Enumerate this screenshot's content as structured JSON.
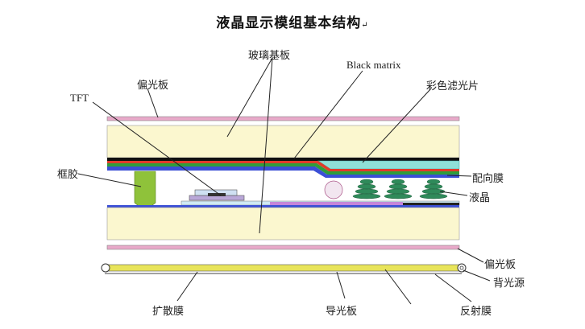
{
  "title": "液晶显示模组基本结构",
  "title_mark": "↵",
  "labels": {
    "glass_substrate": "玻璃基板",
    "black_matrix": "Black matrix",
    "polarizer_top": "偏光板",
    "tft": "TFT",
    "color_filter": "彩色滤光片",
    "sealant": "框胶",
    "alignment_film": "配向膜",
    "liquid_crystal": "液晶",
    "polarizer_bottom": "偏光板",
    "backlight": "背光源",
    "diffuser": "扩散膜",
    "light_guide": "导光板",
    "reflector": "反射膜"
  },
  "colors": {
    "glass": "#fbf7cf",
    "polarizer": "#e8a9c9",
    "black_matrix": "#111111",
    "red_layer": "#e23a2a",
    "green_layer": "#2f9d3a",
    "blue_layer": "#3b4fd6",
    "sealant": "#8fc23a",
    "color_filter": "#8fe0d8",
    "lc_green": "#2f8a5a",
    "guide_yellow": "#e8e45a"
  }
}
